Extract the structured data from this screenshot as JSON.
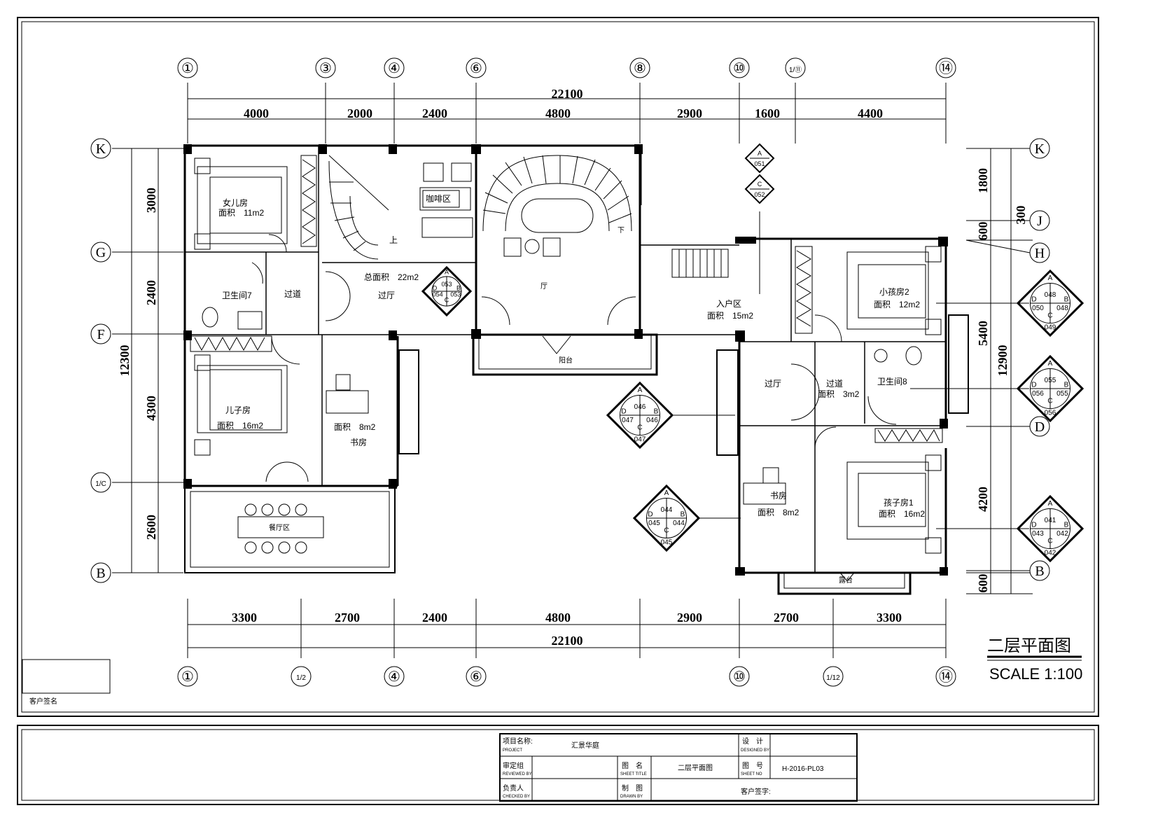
{
  "title": "二层平面图",
  "scale": "SCALE 1:100",
  "client_signature": "客户签名",
  "top_axes": [
    "①",
    "③",
    "④",
    "⑥",
    "⑧",
    "⑩",
    "1/⑪",
    "⑭"
  ],
  "bottom_axes": [
    "①",
    "1/2",
    "④",
    "⑥",
    "⑩",
    "1/12",
    "⑭"
  ],
  "left_axes": [
    "K",
    "G",
    "F",
    "1/C",
    "B"
  ],
  "right_axes": [
    "K",
    "J",
    "H",
    "D",
    "B"
  ],
  "top_total": "22100",
  "top_dims": [
    "4000",
    "2000",
    "2400",
    "4800",
    "2900",
    "1600",
    "4400"
  ],
  "bottom_total": "22100",
  "bottom_dims": [
    "3300",
    "2700",
    "2400",
    "4800",
    "2900",
    "2700",
    "3300"
  ],
  "left_total": "12300",
  "left_dims": [
    "3000",
    "2400",
    "4300",
    "2600"
  ],
  "right_total": "12900",
  "right_dims": [
    "1800",
    "300",
    "600",
    "5400",
    "4200",
    "600"
  ],
  "rooms": {
    "daughter": {
      "name": "女儿房",
      "area": "面积　11m2"
    },
    "coffee": "咖啡区",
    "bath7": "卫生间7",
    "corridor1": "过道",
    "hall_total": "总面积　22m2",
    "hall1": "过厅",
    "up": "上",
    "down": "下",
    "living": "厅",
    "entry": {
      "name": "入户区",
      "area": "面积　15m2"
    },
    "small_kid2": {
      "name": "小孩房2",
      "area": "面积　12m2"
    },
    "son": {
      "name": "儿子房",
      "area": "面积　16m2"
    },
    "study1": {
      "name": "书房",
      "area": "面积　8m2"
    },
    "hall2": "过厅",
    "corridor2": {
      "name": "过道",
      "area": "面积　3m2"
    },
    "bath8": "卫生间8",
    "study2": {
      "name": "书房",
      "area": "面积　8m2"
    },
    "kid1": {
      "name": "孩子房1",
      "area": "面积　16m2"
    },
    "dining": "餐厅区",
    "balcony": "阳台",
    "balcony2": "露台"
  },
  "markers": [
    {
      "A": "053",
      "B": "053",
      "C": "",
      "D": "054"
    },
    {
      "A": "048",
      "B": "048",
      "C": "049",
      "D": "050"
    },
    {
      "A": "055",
      "B": "055",
      "C": "056",
      "D": "056"
    },
    {
      "A": "046",
      "B": "046",
      "C": "047",
      "D": "047"
    },
    {
      "A": "044",
      "B": "044",
      "C": "045",
      "D": "045"
    },
    {
      "A": "041",
      "B": "042",
      "C": "042",
      "D": "043"
    }
  ],
  "marker_pair": [
    {
      "letter": "A",
      "num": "051"
    },
    {
      "letter": "C",
      "num": "052"
    }
  ],
  "title_block": {
    "project_label": "项目名称:",
    "project_en": "PROJECT",
    "project_value": "汇景华庭",
    "design_label": "设　计",
    "design_en": "DESIGNED BY",
    "review_label": "审定组",
    "review_en": "REVIEWED BY",
    "drawing_label": "图　名",
    "drawing_en": "SHEET TITLE",
    "drawing_value": "二层平面图",
    "number_label": "图　号",
    "number_en": "SHEET NO",
    "number_value": "H-2016-PL03",
    "lead_label": "负责人",
    "lead_en": "CHECKED BY",
    "draft_label": "制　图",
    "draft_en": "DRAWN BY",
    "client_label": "客户签字:"
  }
}
